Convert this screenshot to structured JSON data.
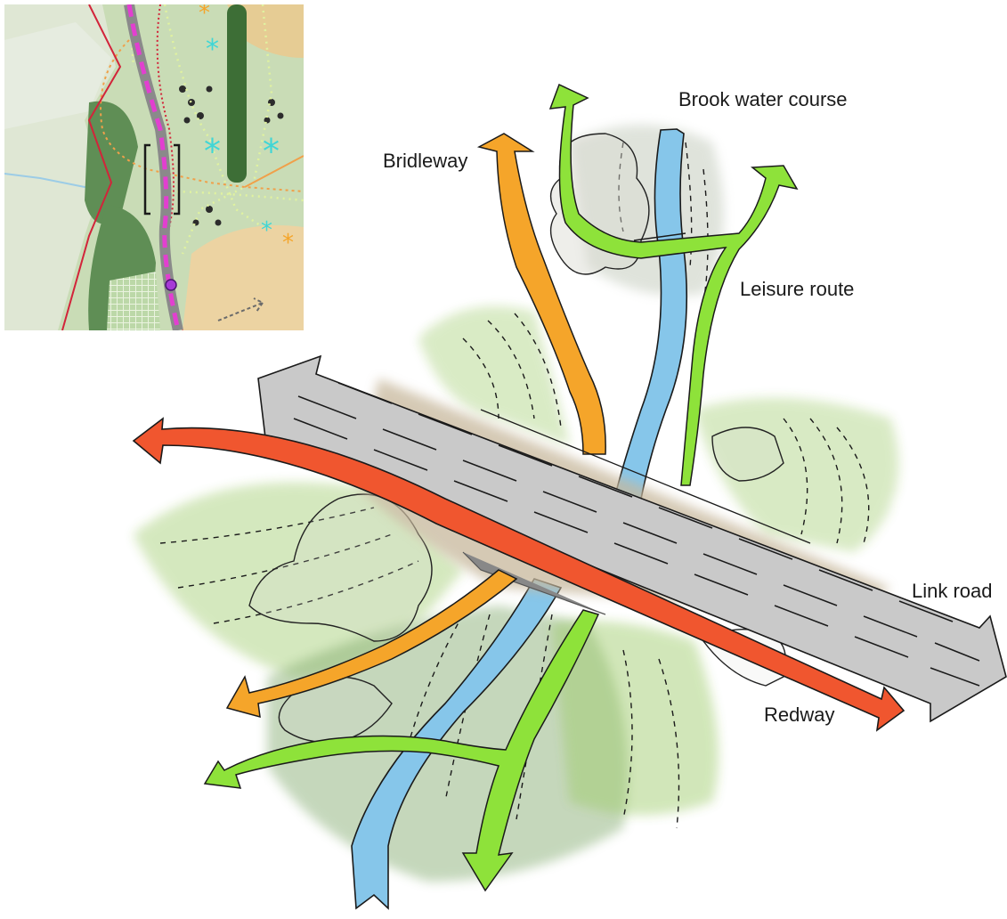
{
  "labels": {
    "brook": "Brook water course",
    "bridleway": "Bridleway",
    "leisure": "Leisure route",
    "link_road": "Link road",
    "redway": "Redway"
  },
  "colors": {
    "bridleway": "#f5a52a",
    "leisure": "#8ee23a",
    "brook": "#86c6ea",
    "redway": "#f0562f",
    "road": "#c9c9c9",
    "bridge_deck": "#c7b89c",
    "vegetation": "#9cc46a",
    "vegetation_dark": "#6e9a4f",
    "map_bg": "#c9dcb6",
    "map_magenta": "#e23fd0",
    "map_cyan": "#3fd6d6"
  },
  "icons": [
    "snowflake-icon",
    "asterisk-icon",
    "bracket-marker-icon",
    "purple-node-icon"
  ]
}
